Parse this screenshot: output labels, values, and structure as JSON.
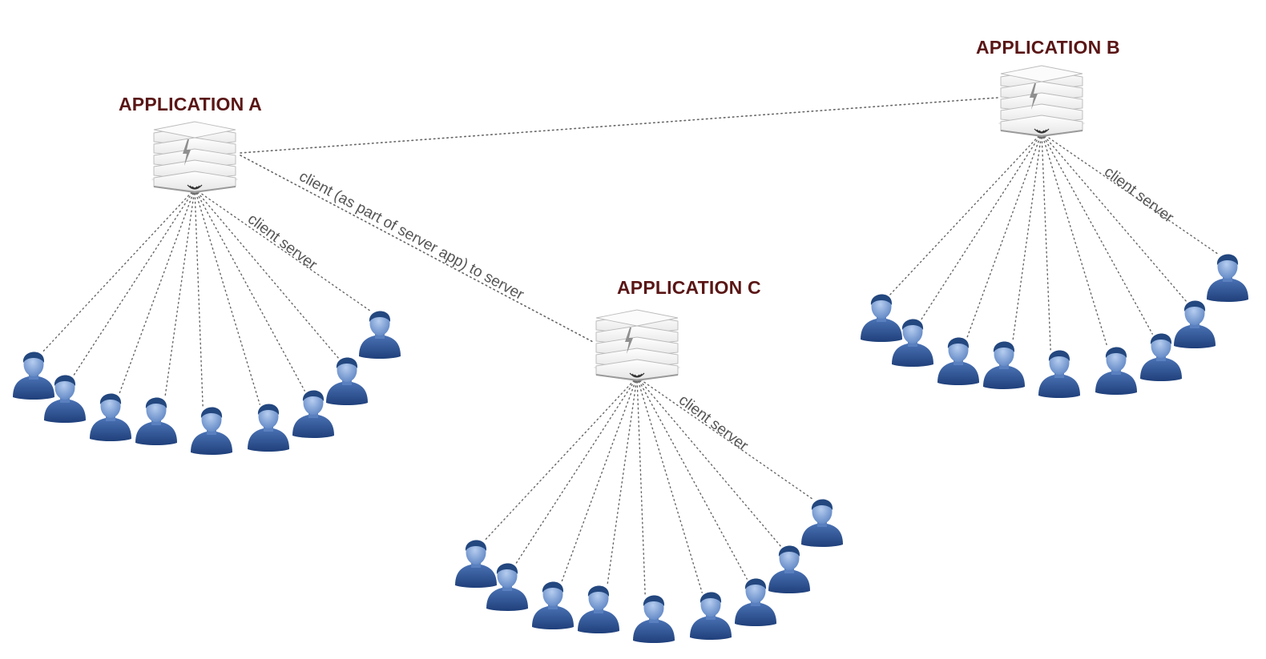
{
  "applications": {
    "a": {
      "title": "APPLICATION A",
      "client_label": "client server"
    },
    "b": {
      "title": "APPLICATION B",
      "client_label": "client server"
    },
    "c": {
      "title": "APPLICATION C",
      "client_label": "client server"
    }
  },
  "connections": {
    "a_to_c_label": "client (as part of server app)  to server"
  },
  "clients_per_application": 9,
  "colors": {
    "title": "#5a1616",
    "user_body": "#2f5597",
    "user_face": "#8fb0de",
    "link": "#666666",
    "server_face": "#f4f4f4"
  }
}
